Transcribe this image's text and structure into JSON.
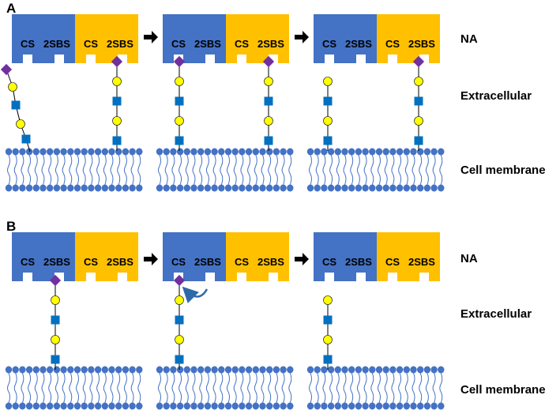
{
  "panels": [
    {
      "letter": "A",
      "side_labels": {
        "enzyme": "NA",
        "space": "Extracellular",
        "membrane": "Cell membrane"
      },
      "stages": [
        {
          "site_labels": [
            "CS",
            "2SBS",
            "CS",
            "2SBS"
          ]
        },
        {
          "site_labels": [
            "CS",
            "2SBS",
            "CS",
            "2SBS"
          ]
        },
        {
          "site_labels": [
            "CS",
            "2SBS",
            "CS",
            "2SBS"
          ]
        }
      ]
    },
    {
      "letter": "B",
      "side_labels": {
        "enzyme": "NA",
        "space": "Extracellular",
        "membrane": "Cell membrane"
      },
      "stages": [
        {
          "site_labels": [
            "CS",
            "2SBS",
            "CS",
            "2SBS"
          ]
        },
        {
          "site_labels": [
            "CS",
            "2SBS",
            "CS",
            "2SBS"
          ]
        },
        {
          "site_labels": [
            "CS",
            "2SBS",
            "CS",
            "2SBS"
          ]
        }
      ]
    }
  ],
  "colors": {
    "na_subunit_1": "#4472c4",
    "na_subunit_2": "#ffc000",
    "membrane_head": "#4472c4",
    "sialic_acid": "#7030a0",
    "galactose": "#ffff00",
    "glcnac": "#0070c0",
    "arrow": "#000000"
  },
  "icons": [
    "stage-arrow-icon",
    "transfer-arrow-icon"
  ]
}
